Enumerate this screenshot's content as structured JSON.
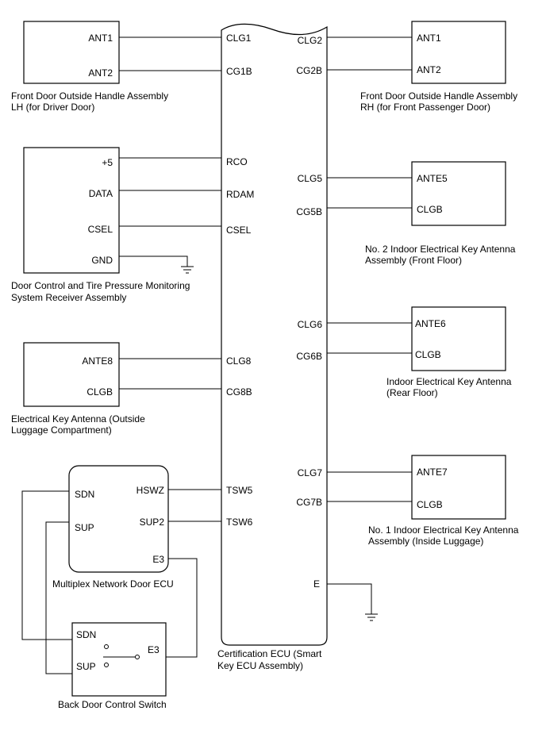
{
  "ecu": {
    "name_line1": "Certification ECU (Smart",
    "name_line2": "Key ECU Assembly)"
  },
  "lh_handle": {
    "pin_ant1": "ANT1",
    "pin_ant2": "ANT2",
    "ecu_pin_1": "CLG1",
    "ecu_pin_2": "CG1B",
    "name_line1": "Front Door Outside Handle Assembly",
    "name_line2": "LH (for Driver Door)"
  },
  "rh_handle": {
    "pin_ant1": "ANT1",
    "pin_ant2": "ANT2",
    "ecu_pin_1": "CLG2",
    "ecu_pin_2": "CG2B",
    "name_line1": "Front Door Outside Handle Assembly",
    "name_line2": "RH (for Front Passenger Door)"
  },
  "receiver": {
    "pin_5v": "+5",
    "pin_data": "DATA",
    "pin_csel": "CSEL",
    "pin_gnd": "GND",
    "ecu_pin_rco": "RCO",
    "ecu_pin_rdam": "RDAM",
    "ecu_pin_csel": "CSEL",
    "name_line1": "Door Control and Tire Pressure Monitoring",
    "name_line2": "System Receiver Assembly"
  },
  "front_floor_antenna": {
    "pin_ante": "ANTE5",
    "pin_clgb": "CLGB",
    "ecu_pin_1": "CLG5",
    "ecu_pin_2": "CG5B",
    "name_line1": "No. 2 Indoor Electrical Key Antenna",
    "name_line2": "Assembly (Front Floor)"
  },
  "rear_floor_antenna": {
    "pin_ante": "ANTE6",
    "pin_clgb": "CLGB",
    "ecu_pin_1": "CLG6",
    "ecu_pin_2": "CG6B",
    "name_line1": "Indoor Electrical Key Antenna",
    "name_line2": "(Rear Floor)"
  },
  "outside_luggage_antenna": {
    "pin_ante": "ANTE8",
    "pin_clgb": "CLGB",
    "ecu_pin_1": "CLG8",
    "ecu_pin_2": "CG8B",
    "name_line1": "Electrical Key Antenna (Outside",
    "name_line2": "Luggage Compartment)"
  },
  "inside_luggage_antenna": {
    "pin_ante": "ANTE7",
    "pin_clgb": "CLGB",
    "ecu_pin_1": "CLG7",
    "ecu_pin_2": "CG7B",
    "name_line1": "No. 1 Indoor Electrical Key Antenna",
    "name_line2": "Assembly (Inside Luggage)"
  },
  "door_ecu": {
    "pin_sdn": "SDN",
    "pin_sup": "SUP",
    "pin_hswz": "HSWZ",
    "pin_sup2": "SUP2",
    "pin_e3": "E3",
    "ecu_pin_tsw5": "TSW5",
    "ecu_pin_tsw6": "TSW6",
    "name": "Multiplex Network Door ECU"
  },
  "back_door_switch": {
    "pin_sdn": "SDN",
    "pin_sup": "SUP",
    "pin_e3": "E3",
    "name": "Back Door Control Switch"
  },
  "ecu_ground": {
    "pin_e": "E"
  }
}
